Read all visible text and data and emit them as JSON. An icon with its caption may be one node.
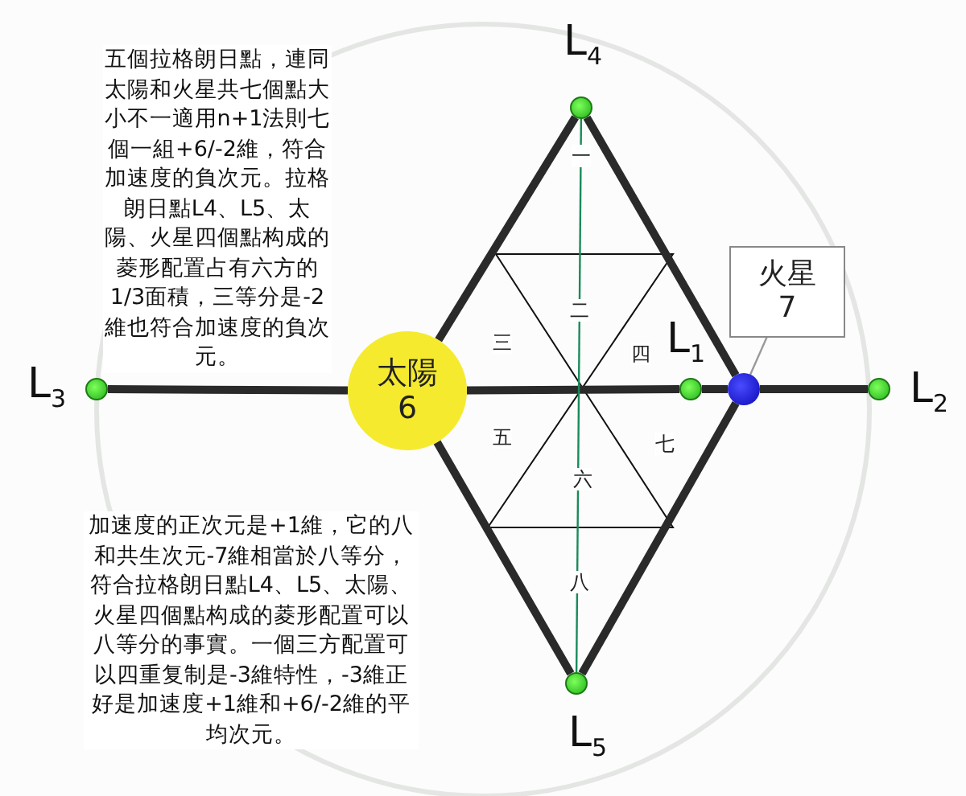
{
  "diagram": {
    "nodes": [
      {
        "text": [
          "L$_{4}$"
        ]
      },
      {
        "text": [
          "火星",
          "7"
        ]
      },
      {
        "text": [
          "L$_{1}$"
        ]
      },
      {
        "text": [
          "L$_{3}$"
        ]
      },
      {
        "text": [
          "太陽",
          "6"
        ]
      },
      {
        "text": [],
        "shape": "circle"
      },
      {
        "text": [
          "L$_{2}$"
        ]
      },
      {
        "text": [
          "L$_{5}$"
        ]
      }
    ],
    "edges": [
      {
        "from": 3,
        "to": 4,
        "arrow": "none"
      },
      {
        "from": 4,
        "to": 2,
        "arrow": "none"
      },
      {
        "from": 2,
        "to": 5,
        "arrow": "none"
      },
      {
        "from": 5,
        "to": 6,
        "arrow": "none"
      },
      {
        "from": 4,
        "to": 0,
        "arrow": "none"
      },
      {
        "from": 0,
        "to": 5,
        "arrow": "none"
      },
      {
        "from": 5,
        "to": 7,
        "arrow": "none"
      },
      {
        "from": 7,
        "to": 4,
        "arrow": "none"
      },
      {
        "from": 0,
        "to": 7,
        "arrow": "none",
        "color": "#1a8a5a"
      },
      {
        "from": 1,
        "to": 5,
        "arrow": "none",
        "color": "#9a9a9a"
      }
    ],
    "labels": [
      "五個拉格朗日點，連同太陽和火星共七個點大小不一適用n+1法則七個一組+6/-2維，符合加速度的負次元。拉格朗日點L4、L5、太陽、火星四個點构成的菱形配置占有六方的1/3面積，三等分是-2維也符合加速度的負次元。",
      "一",
      "二",
      "三",
      "四",
      "五",
      "六",
      "七",
      "八",
      "加速度的正次元是+1維，它的八和共生次元-7維相當於八等分，符合拉格朗日點L4、L5、太陽、火星四個點构成的菱形配置可以八等分的事實。一個三方配置可以四重复制是-3維特性，-3維正好是加速度+1維和+6/-2維的平均次元。"
    ]
  }
}
